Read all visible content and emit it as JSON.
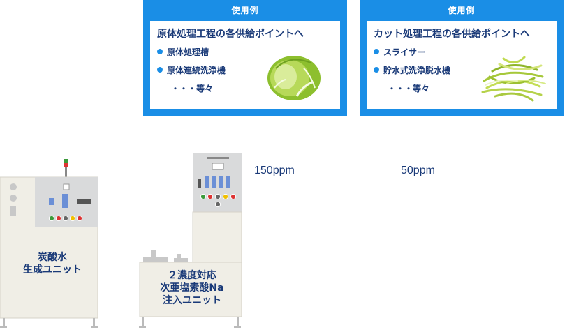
{
  "cards": [
    {
      "header": "使用例",
      "title": "原体処理工程の各供給ポイントへ",
      "items": [
        "原体処理槽",
        "原体連続洗浄機"
      ],
      "etc": "・・・等々",
      "illustration": "cabbage-icon"
    },
    {
      "header": "使用例",
      "title": "カット処理工程の各供給ポイントへ",
      "items": [
        "スライサー",
        "貯水式洗浄脱水機"
      ],
      "etc": "・・・等々",
      "illustration": "shredded-cabbage-icon"
    }
  ],
  "concentrations": [
    "150ppm",
    "50ppm"
  ],
  "units": {
    "carbonated": "炭酸水\n生成ユニット",
    "hypochlorite_line1": "２濃度対応",
    "hypochlorite_line2": "次亜塩素酸Na",
    "hypochlorite_line3": "注入ユニット"
  },
  "colors": {
    "accent": "#1a8ee6",
    "text": "#1a3a78",
    "machine_body": "#f0eee6",
    "machine_panel": "#d9dadb"
  }
}
